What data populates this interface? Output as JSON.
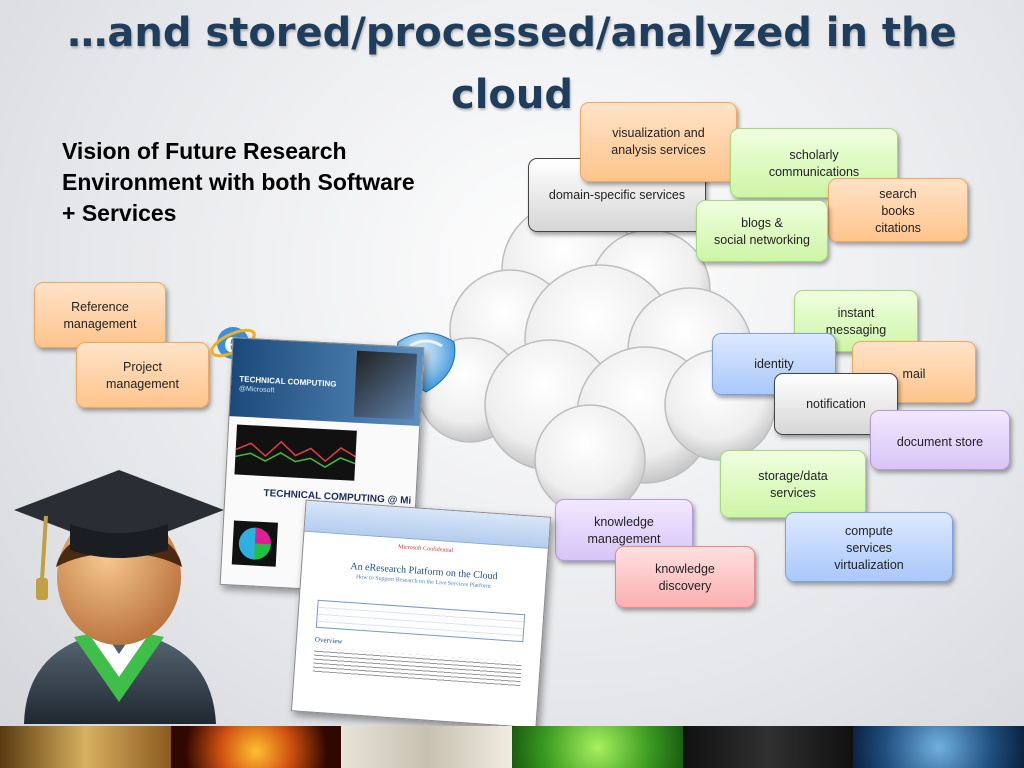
{
  "title": "…and stored/processed/analyzed in the cloud",
  "subtitle": "Vision of Future Research Environment with both Software + Services",
  "services": {
    "visualization": "visualization and\nanalysis services",
    "scholarly": "scholarly\ncommunications",
    "domain": "domain-specific services",
    "search": "search\nbooks\ncitations",
    "blogs": "blogs &\nsocial networking",
    "reference": "Reference\nmanagement",
    "project": "Project\nmanagement",
    "instant": "instant\nmessaging",
    "identity": "identity",
    "mail": "mail",
    "notification": "notification",
    "document": "document store",
    "storage": "storage/data\nservices",
    "knowledge_mgmt": "knowledge\nmanagement",
    "compute": "compute\nservices\nvirtualization",
    "knowledge_disc": "knowledge\ndiscovery"
  },
  "screens": {
    "tc_header": "TECHNICAL COMPUTING",
    "tc_sub": "@Microsoft",
    "tc_banner": "TECHNICAL COMPUTING @ Mi",
    "doc_conf": "Microsoft Confidential",
    "doc_title": "An eResearch Platform on the Cloud",
    "doc_subtitle": "How to Support Research on the Live Services Platform",
    "doc_overview": "Overview"
  },
  "colors": {
    "title": "#1f3d5c",
    "orange": "#ffc48c",
    "green": "#cdf5a6",
    "purple": "#d8c4f7",
    "blue": "#aac8fb",
    "pink": "#fbb0b0"
  }
}
